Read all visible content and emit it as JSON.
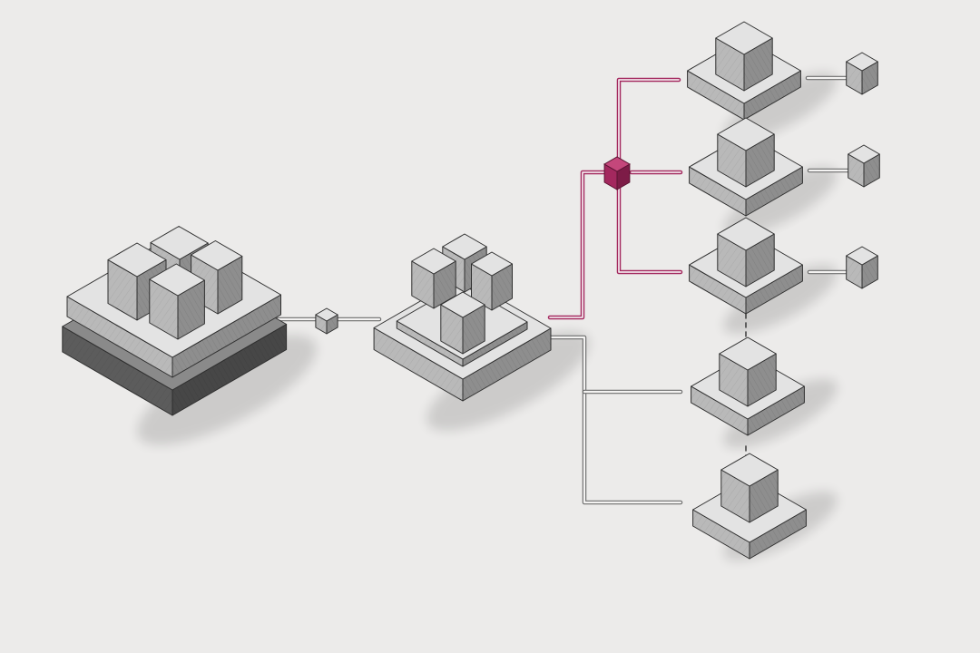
{
  "palette": {
    "paper": "#ecebea",
    "ink": "#2f2f2f",
    "accent": "#a3285e",
    "accent_light": "#c4477b",
    "connector": "#6d6d6d",
    "top": "#e3e3e3",
    "left": "#b9b9b9",
    "right": "#8e8e8e",
    "dark_top": "#8a8a8a",
    "dark_left": "#5c5c5c",
    "dark_right": "#474747"
  },
  "diagram": {
    "source_node": {
      "label": "",
      "cube_count": 4,
      "tier_count": 2
    },
    "link_node": {
      "label": ""
    },
    "hub_node": {
      "label": "",
      "cube_count": 4
    },
    "router_node": {
      "label": "",
      "highlighted": true
    },
    "branches": [
      {
        "route": "accent",
        "has_endpoint": true
      },
      {
        "route": "accent",
        "has_endpoint": true
      },
      {
        "route": "accent",
        "has_endpoint": true
      },
      {
        "route": "plain",
        "has_endpoint": false
      },
      {
        "route": "plain",
        "has_endpoint": false
      }
    ],
    "continuation": "dashed"
  }
}
